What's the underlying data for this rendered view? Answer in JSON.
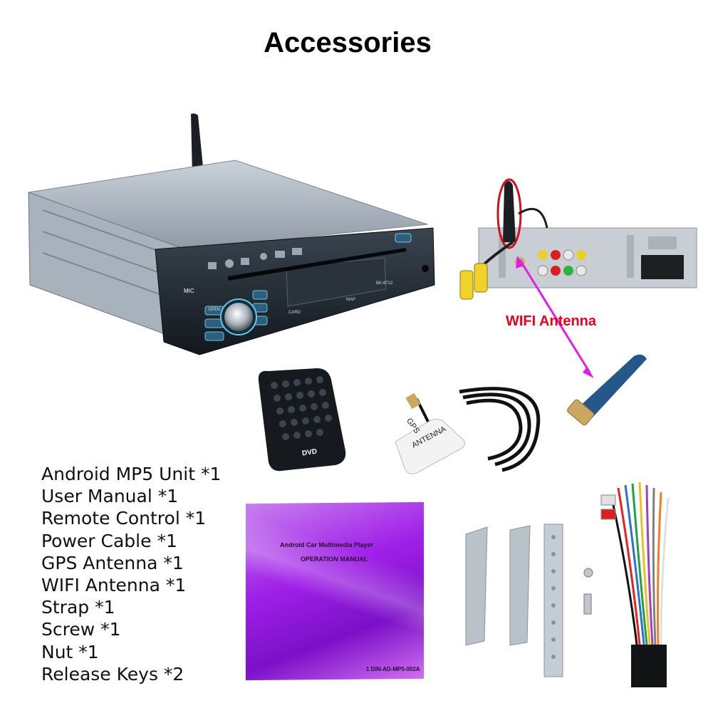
{
  "title": "Accessories",
  "accessories": [
    "Android MP5 Unit *1",
    "User Manual *1",
    "Remote Control *1",
    "Power Cable *1",
    "GPS Antenna *1",
    "WIFI Antenna *1",
    "Strap *1",
    "Screw *1",
    "Nut *1",
    "Release Keys *2"
  ],
  "wifi_label": "WIFI Antenna",
  "manual": {
    "title": "Android Car Multimedia Player",
    "subtitle": "OPERATION MANUAL",
    "code": "1 DIN-AD-MP5-002A"
  },
  "gps": {
    "label1": "GPS",
    "label2": "ANTENNA"
  },
  "remote": {
    "brand": "DVD"
  },
  "unit": {
    "mic": "MIC",
    "open": "OPEN",
    "model": "BK-8712",
    "card": "CARD",
    "map": "MAP"
  },
  "colors": {
    "accent_red": "#e8001c",
    "arrow_magenta": "#e020e0",
    "manual_purple": "#a020e8"
  }
}
